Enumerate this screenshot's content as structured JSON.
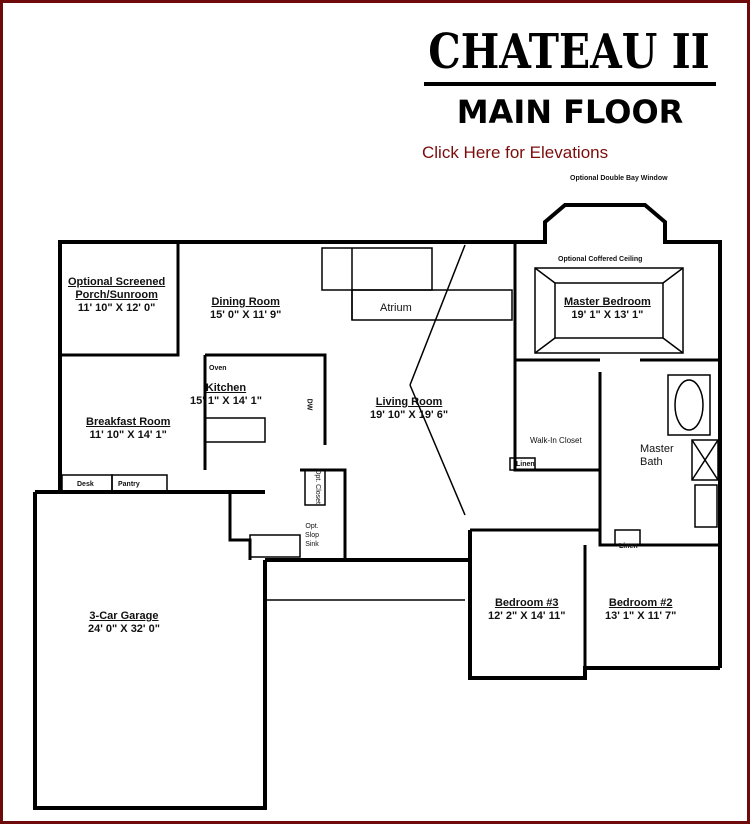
{
  "header": {
    "title": "CHATEAU II",
    "subtitle": "MAIN FLOOR",
    "elevations_link": "Click Here for Elevations"
  },
  "notes": {
    "bay_window": "Optional Double Bay Window",
    "coffered_ceiling": "Optional Coffered Ceiling"
  },
  "rooms": {
    "porch": {
      "name": "Optional Screened Porch/Sunroom",
      "name_line1": "Optional Screened",
      "name_line2": "Porch/Sunroom",
      "size": "11' 10\" X 12' 0\""
    },
    "dining": {
      "name": "Dining Room",
      "size": "15' 0\" X 11' 9\""
    },
    "atrium": {
      "name": "Atrium"
    },
    "master_bedroom": {
      "name": "Master Bedroom",
      "size": "19' 1\" X 13' 1\""
    },
    "kitchen": {
      "name": "Kitchen",
      "size": "15' 1\" X 14' 1\""
    },
    "living": {
      "name": "Living Room",
      "size": "19' 10\" X 19' 6\""
    },
    "breakfast": {
      "name": "Breakfast Room",
      "size": "11' 10\" X 14' 1\""
    },
    "walk_in_closet": {
      "name": "Walk-In Closet"
    },
    "master_bath": {
      "name_line1": "Master",
      "name_line2": "Bath"
    },
    "garage": {
      "name": "3-Car Garage",
      "size": "24' 0\" X 32' 0\""
    },
    "bedroom3": {
      "name": "Bedroom #3",
      "size": "12' 2\" X 14' 11\""
    },
    "bedroom2": {
      "name": "Bedroom #2",
      "size": "13' 1\" X 11' 7\""
    }
  },
  "fixtures": {
    "oven": "Oven",
    "dw": "DW",
    "desk": "Desk",
    "pantry": "Pantry",
    "opt_closet": "Opt. Closet",
    "slop_sink_1": "Opt.",
    "slop_sink_2": "Slop",
    "slop_sink_3": "Sink",
    "linen_master": "Linen",
    "linen_hall": "Linen"
  },
  "colors": {
    "frame": "#6e0a0a",
    "link": "#7b0c0c"
  }
}
